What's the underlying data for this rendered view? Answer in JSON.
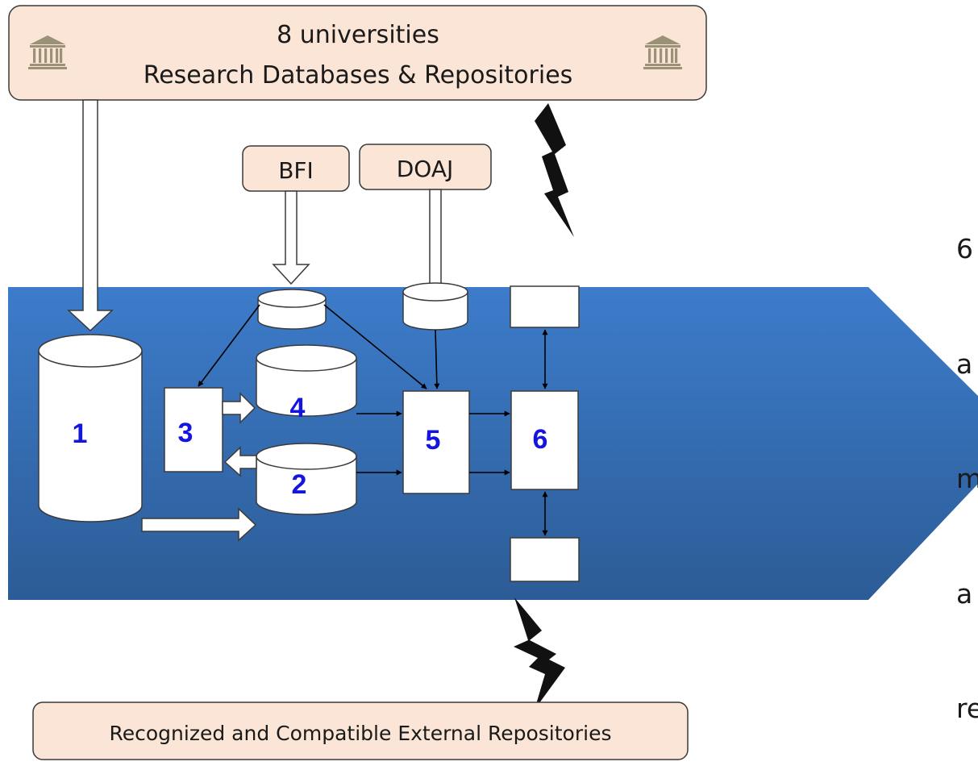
{
  "top_box": {
    "line1": "8 universities",
    "line2": "Research Databases & Repositories",
    "left_icon": "university-building-icon",
    "right_icon": "university-building-icon"
  },
  "sources": {
    "bfi": "BFI",
    "doaj": "DOAJ"
  },
  "components": {
    "c1": "1",
    "c2": "2",
    "c3": "3",
    "c4": "4",
    "c5": "5",
    "c6": "6"
  },
  "bottom_box": {
    "label": "Recognized and Compatible External Repositories"
  },
  "side_text": {
    "lines": [
      "6",
      "a",
      "m",
      "a",
      "re"
    ]
  },
  "colors": {
    "banner_top": "#3d7ccb",
    "banner_bottom": "#2c5d97",
    "box_fill": "#fbe5d6",
    "number_color": "#1515e0",
    "lightning": "#111111"
  },
  "icons": [
    "lightning-bolt-icon",
    "university-building-icon"
  ]
}
